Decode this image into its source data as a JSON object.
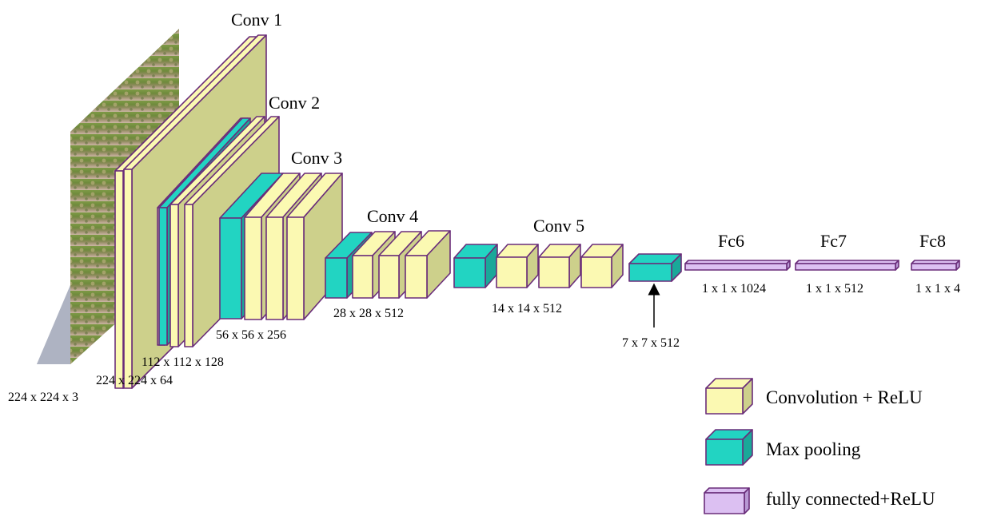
{
  "title": "",
  "stages": {
    "conv1": "Conv 1",
    "conv2": "Conv 2",
    "conv3": "Conv 3",
    "conv4": "Conv 4",
    "conv5": "Conv 5",
    "fc6": "Fc6",
    "fc7": "Fc7",
    "fc8": "Fc8"
  },
  "dims": {
    "input": "224 x 224 x 3",
    "conv1": "224 x 224 x 64",
    "conv2": "112 x 112 x 128",
    "conv3": "56 x 56 x 256",
    "conv4": "28 x 28 x 512",
    "conv5": "14 x 14 x 512",
    "pool5": "7 x 7 x 512",
    "fc6": "1 x 1 x 1024",
    "fc7": "1 x 1 x 512",
    "fc8": "1 x 1 x 4"
  },
  "legend": {
    "conv": "Convolution + ReLU",
    "pool": "Max pooling",
    "fc": "fully connected+ReLU"
  },
  "colors": {
    "conv_front": "#fbf9b2",
    "conv_side": "#cdd08b",
    "pool_front": "#22d4c2",
    "pool_side": "#1aa899",
    "fc_front": "#dcc0f2",
    "fc_side": "#b898d4",
    "edge": "#6a2d7a"
  }
}
